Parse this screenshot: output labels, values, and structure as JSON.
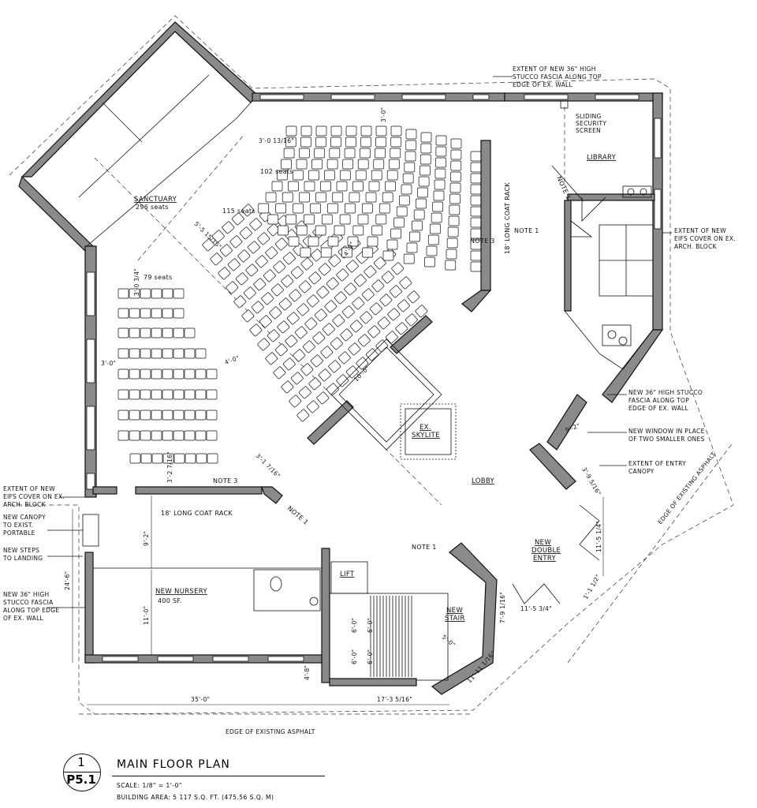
{
  "rooms": {
    "sanctuary": "SANCTUARY",
    "sanctuary_seats": "296 seats",
    "library": "LIBRARY",
    "lobby": "LOBBY",
    "nursery": "NEW NURSERY",
    "nursery_area": "400 SF.",
    "lift": "LIFT",
    "stair_1": "NEW",
    "stair_2": "STAIR",
    "double_entry_1": "NEW",
    "double_entry_2": "DOUBLE",
    "double_entry_3": "ENTRY",
    "skylite_1": "EX.",
    "skylite_2": "SKYLITE"
  },
  "seating": {
    "left_block": "79 seats",
    "center_block": "115 seats",
    "right_block": "102 seats"
  },
  "notes": {
    "note1": "NOTE 1",
    "note3": "NOTE 3",
    "coat_rack_lower": "18' LONG COAT RACK",
    "coat_rack_side": "18' LONG COAT RACK",
    "sliding_screen": [
      "SLIDING",
      "SECURITY",
      "SCREEN"
    ],
    "fascia_top": [
      "EXTENT OF NEW 36\" HIGH",
      "STUCCO FASCIA ALONG TOP",
      "EDGE OF EX. WALL"
    ],
    "eifs_right": [
      "EXTENT OF NEW",
      "EIFS COVER ON EX.",
      "ARCH. BLOCK"
    ],
    "fascia_right": [
      "NEW 36\" HIGH STUCCO",
      "FASCIA ALONG TOP",
      "EDGE OF EX. WALL"
    ],
    "window_right": [
      "NEW WINDOW IN PLACE",
      "OF TWO SMALLER ONES"
    ],
    "canopy_right": [
      "EXTENT OF ENTRY",
      "CANOPY"
    ],
    "asphalt_right": "EDGE OF EXISTING ASPHALT",
    "eifs_left": [
      "EXTENT OF NEW",
      "EIFS COVER ON EX.",
      "ARCH. BLOCK"
    ],
    "canopy_left": [
      "NEW CANOPY",
      "TO EXIST.",
      "PORTABLE"
    ],
    "steps_left": [
      "NEW STEPS",
      "TO LANDING"
    ],
    "fascia_left": [
      "NEW 36\" HIGH",
      "STUCCO FASCIA",
      "ALONG TOP EDGE",
      "OF EX. WALL"
    ],
    "asphalt_bottom": "EDGE OF EXISTING ASPHALT"
  },
  "dimensions": {
    "d1": "3'-0\"",
    "d2": "3'-0 13/16\"",
    "d3": "5'-5 15/16\"",
    "d4": "4'-0\"",
    "d5": "3'-0 3/4\"",
    "d6": "3'-0\"",
    "d7": "4'-0\"",
    "d8": "10'-0\"",
    "d9": "3'-2 7/16\"",
    "d10": "3'-1 7/16\"",
    "d11": "9'-2\"",
    "d12": "11'-0\"",
    "d13": "24'-6\"",
    "d14": "4'-8\"",
    "d15": "35'-0\"",
    "d16": "17'-3 5/16\"",
    "d17": "6'-0\"",
    "d18": "6'-0\"",
    "d19": "6'-0\"",
    "d20": "6'-0\"",
    "d21": "7'-9 1/16\"",
    "d22": "11'-5 3/4\"",
    "d23": "11'-5 1/4\"",
    "d24": "9'-2\"",
    "d25": "3'-9 5/16\"",
    "d26": "11'-11 1/16\"",
    "d27": "5'-0\"",
    "d28": "1'-1 1/2\""
  },
  "title_block": {
    "number": "1",
    "sheet": "P5.1",
    "title": "MAIN FLOOR PLAN",
    "scale": "SCALE: 1/8\" = 1'-0\"",
    "area": "BUILDING AREA: 5 117 S.Q. FT. (475.56 S.Q. M)"
  },
  "colors": {
    "wall_fill": "#8a8a8a",
    "line": "#111111"
  }
}
